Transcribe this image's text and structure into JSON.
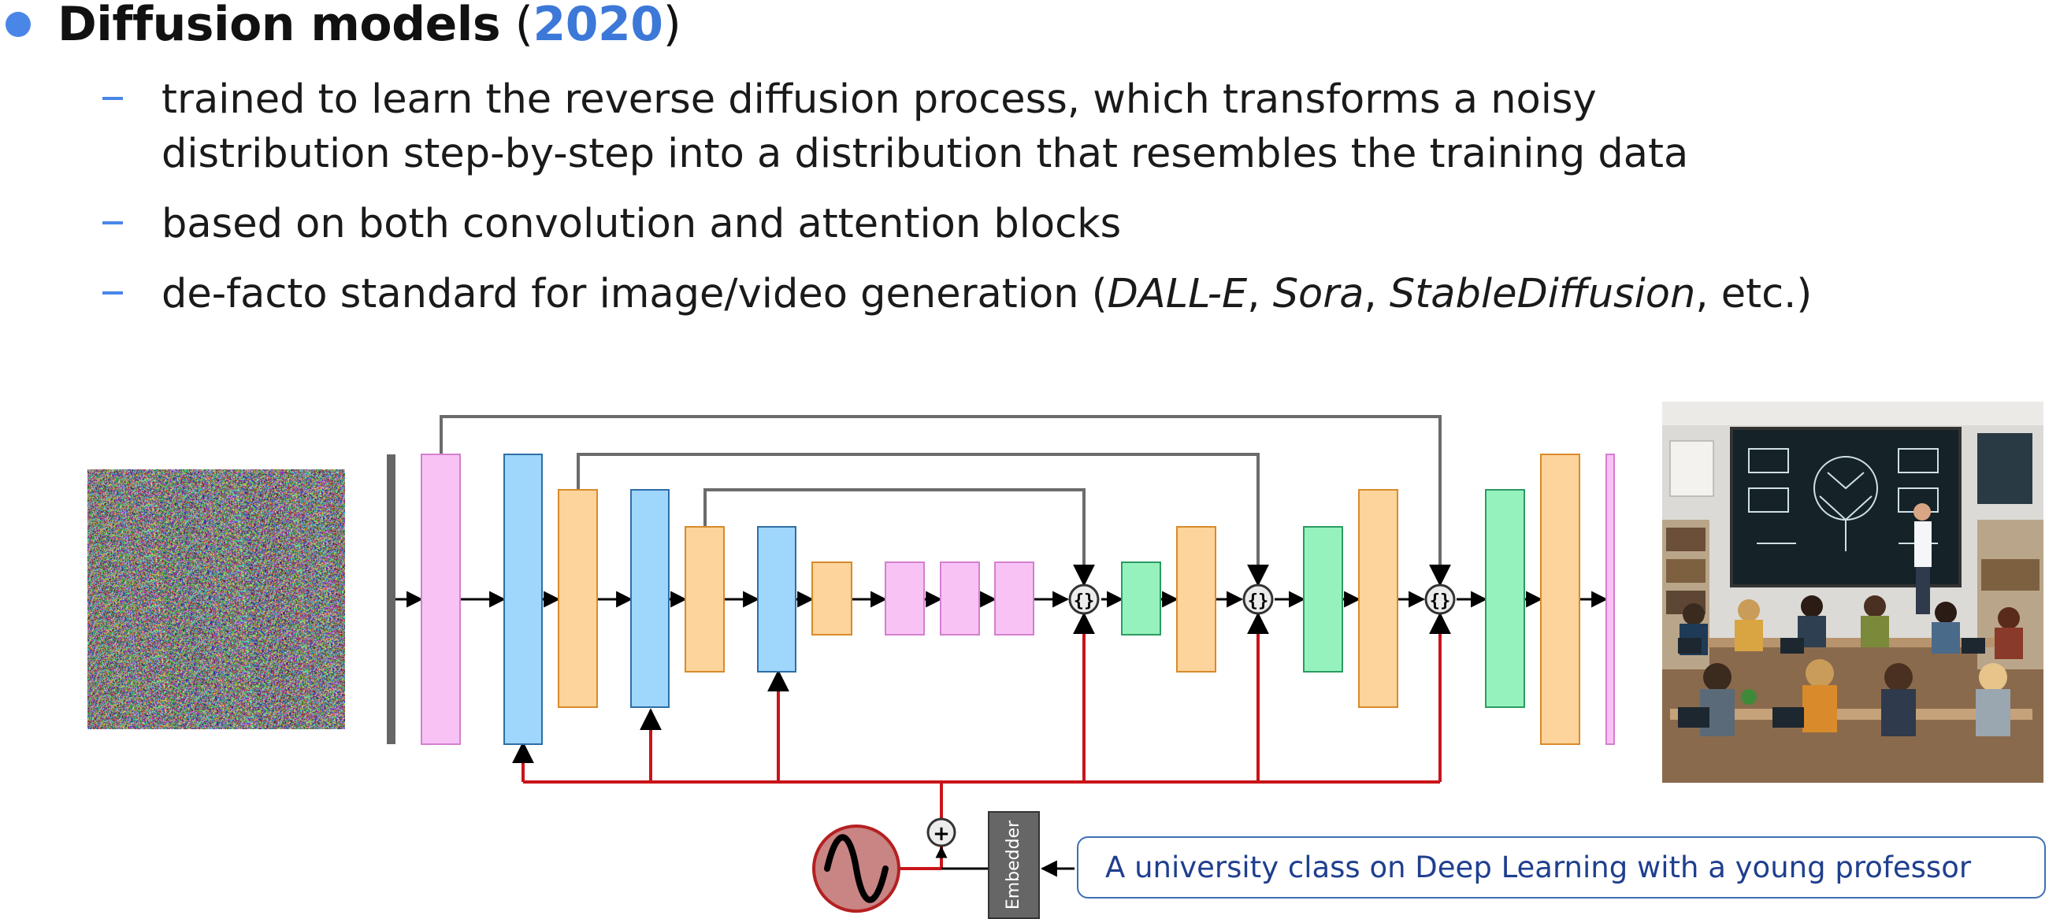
{
  "title": {
    "main": "Diffusion models",
    "paren_open": " (",
    "year": "2020",
    "paren_close": ")"
  },
  "bullets": [
    {
      "line1": "trained to learn the reverse diffusion process, which transforms a noisy",
      "line2": "distribution step-by-step into a distribution that resembles the training data"
    },
    {
      "line1": "based on both convolution and attention blocks"
    },
    {
      "prefix": "de-facto standard for image/video generation (",
      "ex1": "DALL-E",
      "sep1": ", ",
      "ex2": "Sora",
      "sep2": ", ",
      "ex3": "StableDiffusion",
      "suffix": ", etc.)"
    }
  ],
  "diagram": {
    "embedder_label": "Embedder",
    "prompt_text": "A university class on Deep Learning with a young professor",
    "concat_symbol": "{}",
    "plus_symbol": "+",
    "colors": {
      "pink": "#f9c2f5",
      "pink_stroke": "#d47fd0",
      "blue": "#9fd6fb",
      "blue_stroke": "#2e6ea6",
      "orange": "#fdd49b",
      "orange_stroke": "#d98a2b",
      "green": "#96f2bd",
      "green_stroke": "#2b9b63",
      "skip": "#6b6b6b",
      "time": "#c9141a"
    }
  }
}
